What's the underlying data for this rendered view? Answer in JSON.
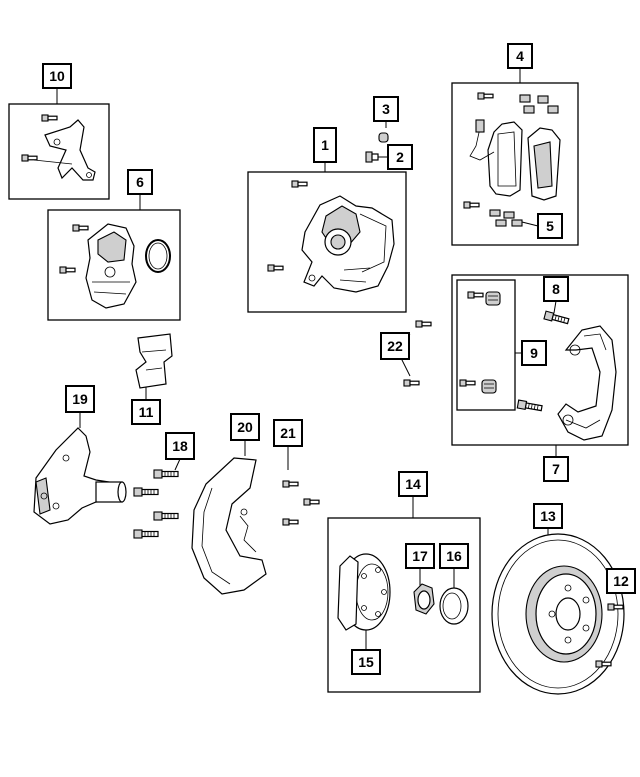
{
  "callouts": [
    {
      "id": "c1",
      "number": "1"
    },
    {
      "id": "c2",
      "number": "2"
    },
    {
      "id": "c3",
      "number": "3"
    },
    {
      "id": "c4",
      "number": "4"
    },
    {
      "id": "c5",
      "number": "5"
    },
    {
      "id": "c6",
      "number": "6"
    },
    {
      "id": "c7",
      "number": "7"
    },
    {
      "id": "c8",
      "number": "8"
    },
    {
      "id": "c9",
      "number": "9"
    },
    {
      "id": "c10",
      "number": "10"
    },
    {
      "id": "c11",
      "number": "11"
    },
    {
      "id": "c12",
      "number": "12"
    },
    {
      "id": "c13",
      "number": "13"
    },
    {
      "id": "c14",
      "number": "14"
    },
    {
      "id": "c15",
      "number": "15"
    },
    {
      "id": "c16",
      "number": "16"
    },
    {
      "id": "c17",
      "number": "17"
    },
    {
      "id": "c18",
      "number": "18"
    },
    {
      "id": "c19",
      "number": "19"
    },
    {
      "id": "c20",
      "number": "20"
    },
    {
      "id": "c21",
      "number": "21"
    },
    {
      "id": "c22",
      "number": "22"
    }
  ]
}
